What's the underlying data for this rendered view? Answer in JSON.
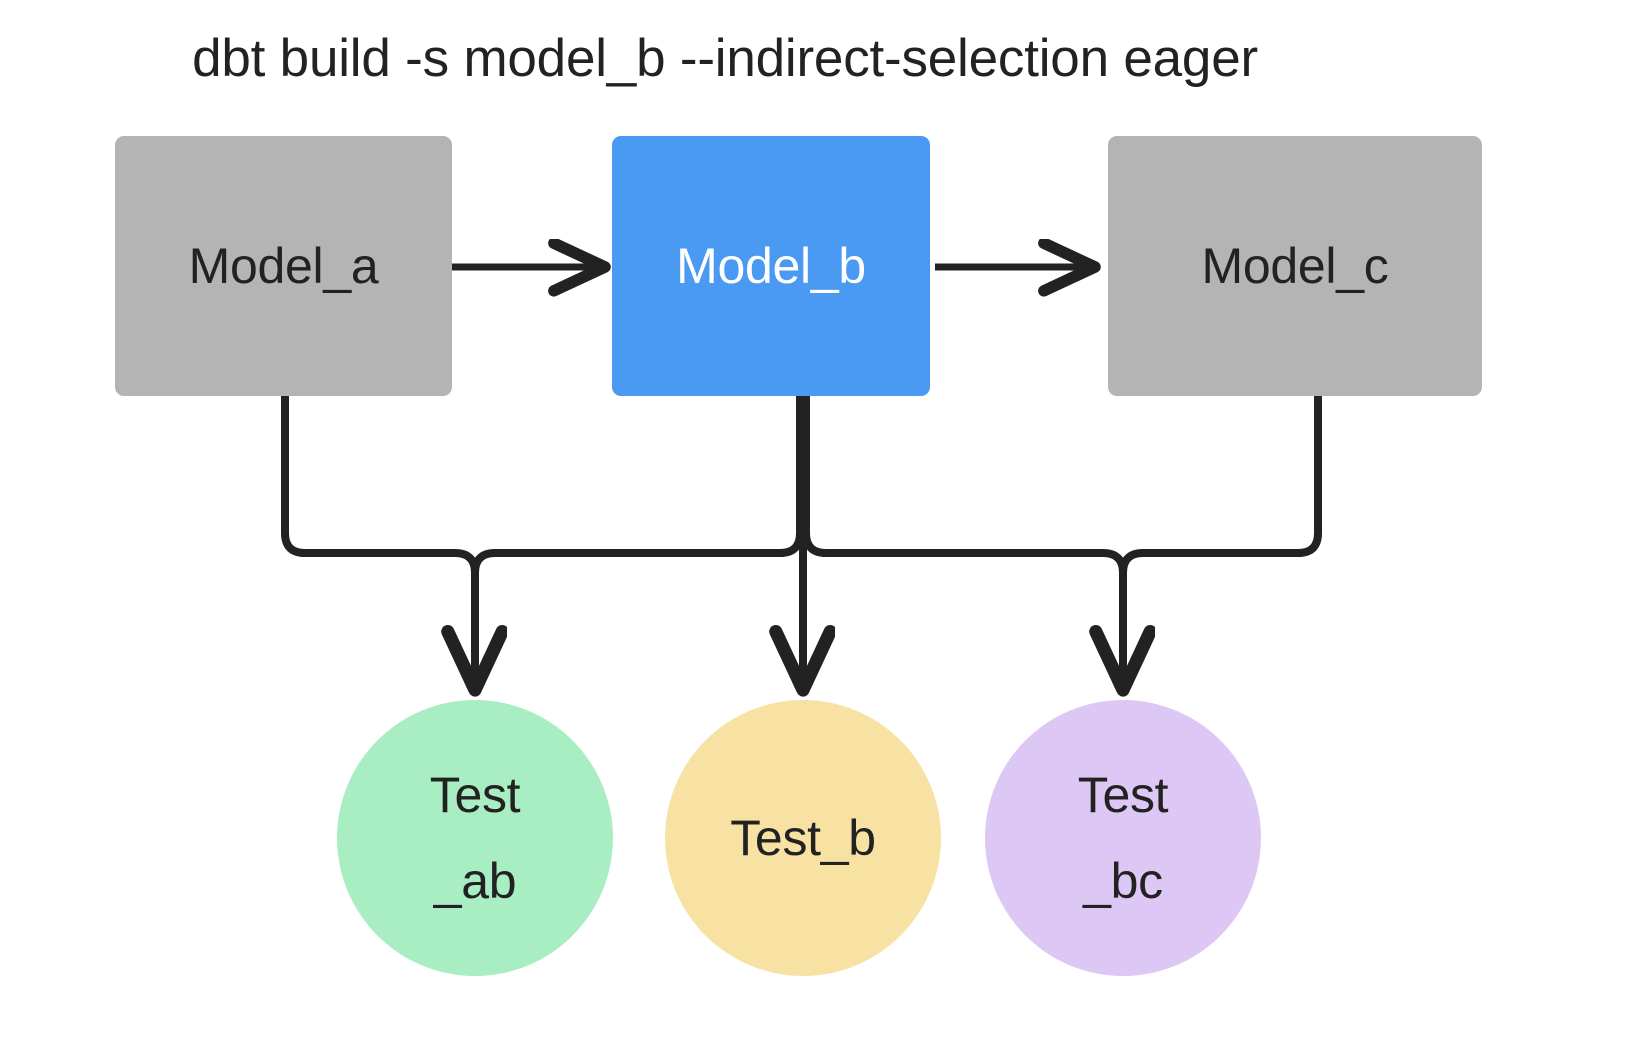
{
  "title": "dbt build -s model_b --indirect-selection eager",
  "colors": {
    "background": "#ffffff",
    "model_default": "#b4b4b4",
    "model_selected": "#4a9af3",
    "text_dark": "#222222",
    "text_light": "#ffffff",
    "edge": "#222222",
    "test_ab": "#a9edc3",
    "test_b": "#f8e2a3",
    "test_bc": "#ddc8f5"
  },
  "nodes": {
    "models": [
      {
        "id": "model_a",
        "label": "Model_a",
        "shape": "rectangle",
        "fill": "#b4b4b4",
        "text_color": "#222222",
        "selected": false
      },
      {
        "id": "model_b",
        "label": "Model_b",
        "shape": "rectangle",
        "fill": "#4a9af3",
        "text_color": "#ffffff",
        "selected": true
      },
      {
        "id": "model_c",
        "label": "Model_c",
        "shape": "rectangle",
        "fill": "#b4b4b4",
        "text_color": "#222222",
        "selected": false
      }
    ],
    "tests": [
      {
        "id": "test_ab",
        "label_line1": "Test",
        "label_line2": "_ab",
        "shape": "circle",
        "fill": "#a9edc3",
        "text_color": "#222222"
      },
      {
        "id": "test_b",
        "label_line1": "Test_b",
        "label_line2": "",
        "shape": "circle",
        "fill": "#f8e2a3",
        "text_color": "#222222"
      },
      {
        "id": "test_bc",
        "label_line1": "Test",
        "label_line2": "_bc",
        "shape": "circle",
        "fill": "#ddc8f5",
        "text_color": "#222222"
      }
    ]
  },
  "edges": [
    {
      "from": "model_a",
      "to": "model_b",
      "style": "arrow-right"
    },
    {
      "from": "model_b",
      "to": "model_c",
      "style": "arrow-right"
    },
    {
      "from": "model_a",
      "to": "test_ab",
      "style": "orthogonal-arrow-down"
    },
    {
      "from": "model_b",
      "to": "test_ab",
      "style": "orthogonal-arrow-down"
    },
    {
      "from": "model_b",
      "to": "test_b",
      "style": "orthogonal-arrow-down"
    },
    {
      "from": "model_b",
      "to": "test_bc",
      "style": "orthogonal-arrow-down"
    },
    {
      "from": "model_c",
      "to": "test_bc",
      "style": "orthogonal-arrow-down"
    }
  ]
}
